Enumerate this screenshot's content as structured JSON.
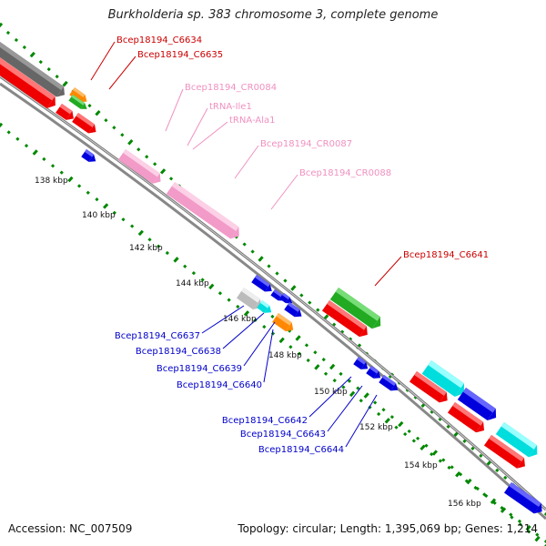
{
  "title": "Burkholderia sp. 383 chromosome 3, complete genome",
  "footer": {
    "accession": "Accession: NC_007509",
    "topology": "Topology: circular; Length: 1,395,069 bp; Genes: 1,214"
  },
  "colors": {
    "protein_label": "#0000cc",
    "protein_label_red": "#cc0000",
    "rna_label": "#f090c0",
    "backbone_dark": "#777777",
    "backbone_light": "#cccccc",
    "tick": "#008800"
  },
  "kbp_ticks": [
    "138 kbp",
    "140 kbp",
    "142 kbp",
    "144 kbp",
    "146 kbp",
    "148 kbp",
    "150 kbp",
    "152 kbp",
    "154 kbp",
    "156 kbp"
  ],
  "gene_labels": [
    {
      "text": "Bcep18194_C6634",
      "kind": "red"
    },
    {
      "text": "Bcep18194_C6635",
      "kind": "red"
    },
    {
      "text": "Bcep18194_CR0084",
      "kind": "rna"
    },
    {
      "text": "tRNA-Ile1",
      "kind": "rna"
    },
    {
      "text": "tRNA-Ala1",
      "kind": "rna"
    },
    {
      "text": "Bcep18194_CR0087",
      "kind": "rna"
    },
    {
      "text": "Bcep18194_CR0088",
      "kind": "rna"
    },
    {
      "text": "Bcep18194_C6641",
      "kind": "red"
    },
    {
      "text": "Bcep18194_C6637",
      "kind": "blue"
    },
    {
      "text": "Bcep18194_C6638",
      "kind": "blue"
    },
    {
      "text": "Bcep18194_C6639",
      "kind": "blue"
    },
    {
      "text": "Bcep18194_C6640",
      "kind": "blue"
    },
    {
      "text": "Bcep18194_C6642",
      "kind": "blue"
    },
    {
      "text": "Bcep18194_C6643",
      "kind": "blue"
    },
    {
      "text": "Bcep18194_C6644",
      "kind": "blue"
    }
  ]
}
